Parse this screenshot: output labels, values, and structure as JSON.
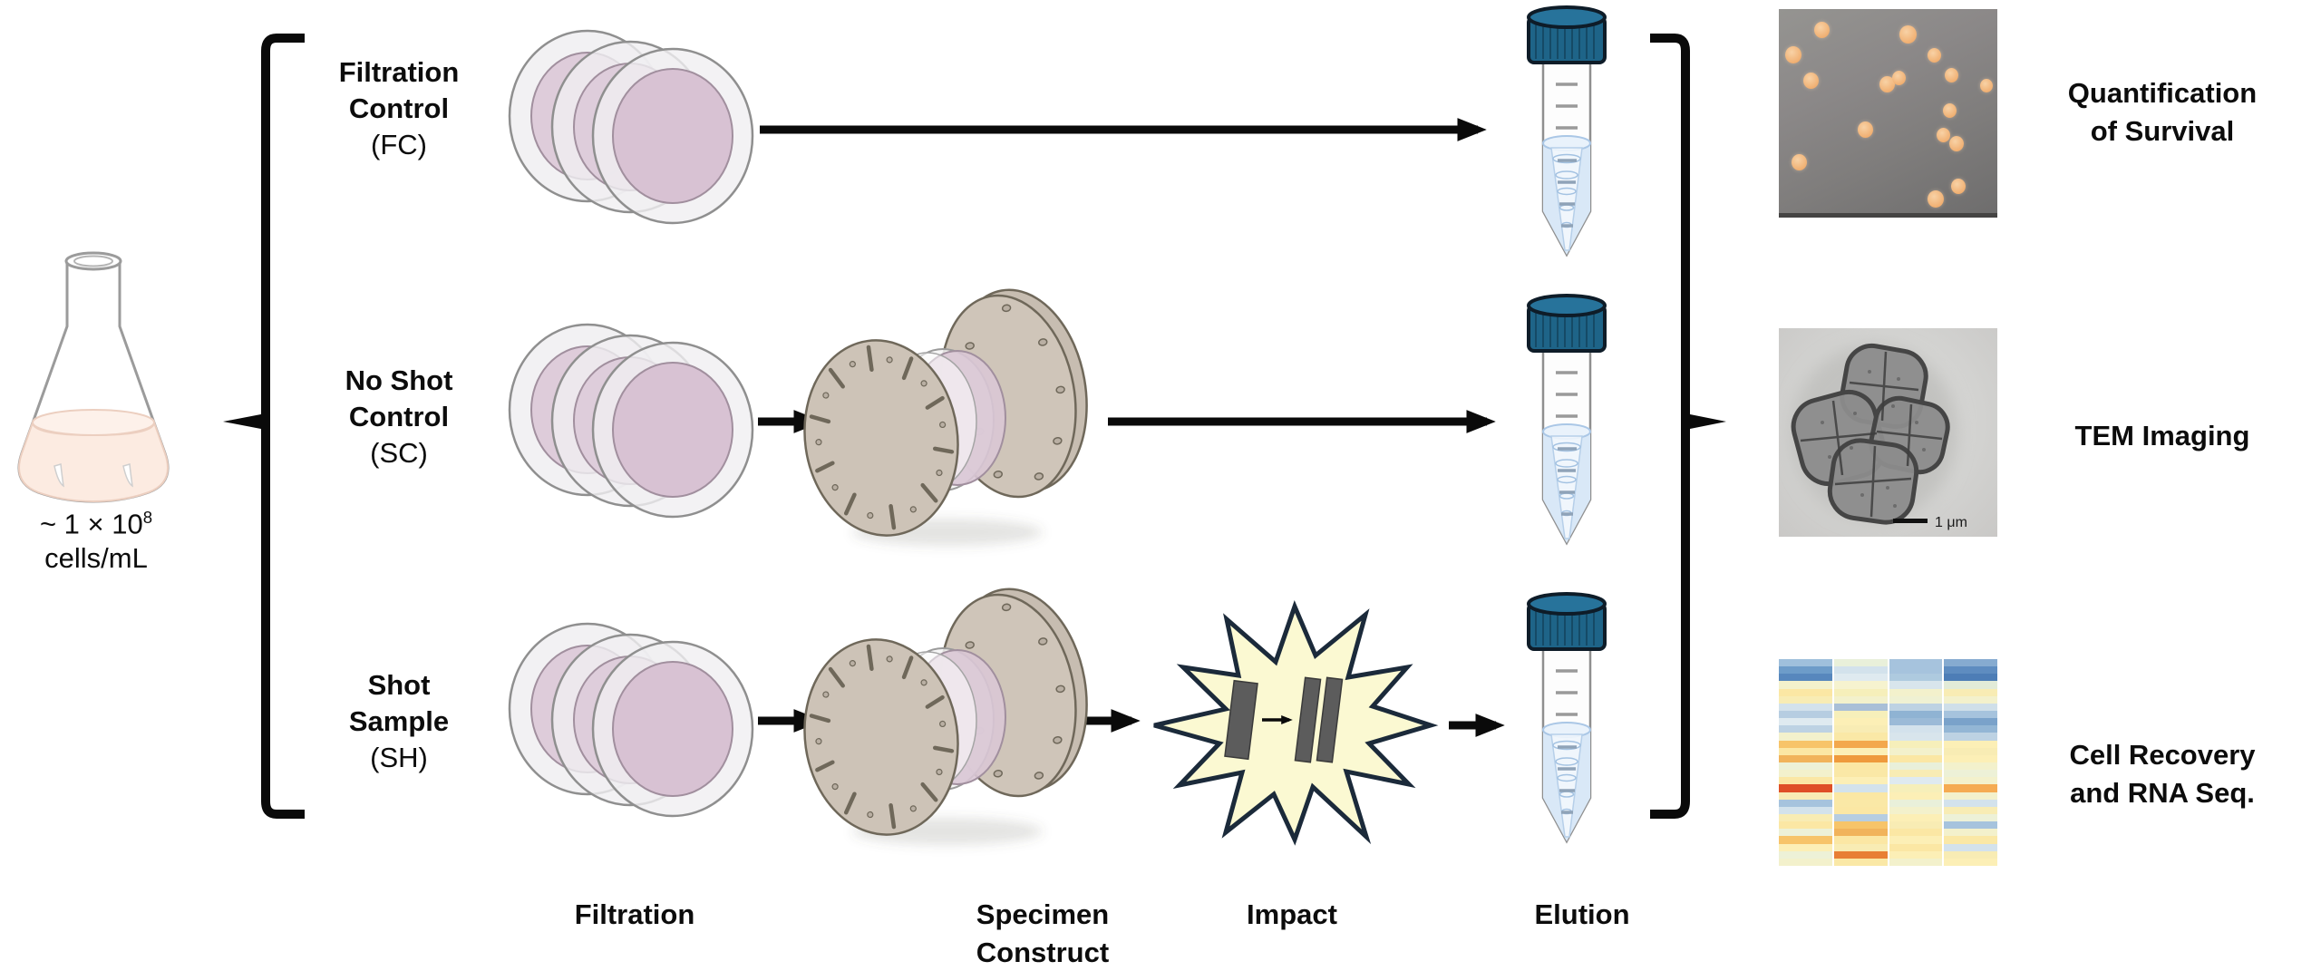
{
  "diagram": {
    "source_flask": {
      "concentration_prefix": "~ 1 × 10",
      "concentration_exponent": "8",
      "concentration_unit": "cells/mL"
    },
    "sample_rows": [
      {
        "name": "filtration-control",
        "label_line1": "Filtration",
        "label_line2": "Control",
        "label_line3": "(FC)"
      },
      {
        "name": "no-shot-control",
        "label_line1": "No Shot",
        "label_line2": "Control",
        "label_line3": "(SC)"
      },
      {
        "name": "shot-sample",
        "label_line1": "Shot",
        "label_line2": "Sample",
        "label_line3": "(SH)"
      }
    ],
    "stage_labels": {
      "filtration": "Filtration",
      "specimen_construct_line1": "Specimen",
      "specimen_construct_line2": "Construct",
      "impact": "Impact",
      "elution": "Elution"
    },
    "output_labels": {
      "quantification_line1": "Quantification",
      "quantification_line2": "of Survival",
      "tem": "TEM Imaging",
      "rna_line1": "Cell Recovery",
      "rna_line2": "and RNA Seq."
    },
    "tem_scale_bar": "1 μm",
    "colors": {
      "filter_disc_ring": "#f0eff1",
      "filter_disc_membrane": "#dbc8d7",
      "construct_plate": "#cdc3b7",
      "impact_star_fill": "#fbf9d2",
      "impact_star_outline": "#1b2a3a",
      "tube_cap": "#1e6488",
      "tube_liquid": "#d9e8f7",
      "flask_liquid": "#fcebe1",
      "colony": "#f2bb88",
      "line_black": "#0a0a0a"
    },
    "colonies": [
      [
        16,
        6,
        17
      ],
      [
        55,
        8,
        19
      ],
      [
        3,
        18,
        18
      ],
      [
        68,
        19,
        15
      ],
      [
        11,
        31,
        17
      ],
      [
        46,
        33,
        17
      ],
      [
        52,
        30,
        15
      ],
      [
        76,
        29,
        15
      ],
      [
        92,
        34,
        14
      ],
      [
        75,
        46,
        15
      ],
      [
        36,
        55,
        17
      ],
      [
        72,
        58,
        15
      ],
      [
        78,
        62,
        16
      ],
      [
        6,
        71,
        17
      ],
      [
        79,
        83,
        16
      ],
      [
        68,
        89,
        18
      ]
    ],
    "heatmap_rows": [
      [
        "#9fc0dc",
        "#e9f0da",
        "#a6c3dd",
        "#86abd0"
      ],
      [
        "#6d9cc9",
        "#d3e2ec",
        "#a6c3dd",
        "#5e8cc0"
      ],
      [
        "#5787bd",
        "#dfeaf0",
        "#aecadf",
        "#4d7db6"
      ],
      [
        "#f3f1cc",
        "#f6f3cf",
        "#d8e5ec",
        "#e2ebd8"
      ],
      [
        "#fbe7a4",
        "#f6efba",
        "#f3f1cc",
        "#f8ecb4"
      ],
      [
        "#f8ecb4",
        "#f3f1cc",
        "#eff1d3",
        "#f3f1cc"
      ],
      [
        "#d3e2ec",
        "#a9bfd7",
        "#bdd2e3",
        "#cfdfe9"
      ],
      [
        "#b6cde1",
        "#f6efba",
        "#8fb3d3",
        "#a6c3dd"
      ],
      [
        "#dfeaf0",
        "#fcefb6",
        "#9bbad7",
        "#7aa2ca"
      ],
      [
        "#bdd2e3",
        "#f8ecb4",
        "#d3e2ec",
        "#93b6d5"
      ],
      [
        "#f3f1cc",
        "#fae8a6",
        "#d8e5ec",
        "#bdd2e3"
      ],
      [
        "#f7c469",
        "#f3a84d",
        "#f6efba",
        "#fcefb6"
      ],
      [
        "#fbe7a4",
        "#fcefb6",
        "#f3f1cc",
        "#f8ecb4"
      ],
      [
        "#f1b35b",
        "#ef9a3c",
        "#fbe7a4",
        "#fcefb6"
      ],
      [
        "#edf1d7",
        "#fbe7a4",
        "#e9f0da",
        "#f3f1cc"
      ],
      [
        "#f3f1cc",
        "#fae8a6",
        "#f8ecb4",
        "#edf1d7"
      ],
      [
        "#fbe7a4",
        "#fcefb6",
        "#dfeaf0",
        "#f3f1cc"
      ],
      [
        "#df4f26",
        "#d3e2ec",
        "#f6efba",
        "#f5ab52"
      ],
      [
        "#f8ecb4",
        "#fbe7a4",
        "#fcefb6",
        "#f3f1cc"
      ],
      [
        "#a6c3dd",
        "#fae8a6",
        "#e9f0da",
        "#d3e2ec"
      ],
      [
        "#d3e2ec",
        "#fbe7a4",
        "#f3f1cc",
        "#f8ecb4"
      ],
      [
        "#f8ecb4",
        "#b6cde1",
        "#fcefb6",
        "#edf1d7"
      ],
      [
        "#fbe7a4",
        "#f7c469",
        "#f8ecb4",
        "#a6c3dd"
      ],
      [
        "#edf1d7",
        "#f1b35b",
        "#fbe7a4",
        "#f3f1cc"
      ],
      [
        "#f7c469",
        "#fbe7a4",
        "#fcefb6",
        "#fae8a6"
      ],
      [
        "#fcefb6",
        "#f8ecb4",
        "#fbe7a4",
        "#d3e2ec"
      ],
      [
        "#edf1d7",
        "#e87f35",
        "#fcefb6",
        "#f8ecb4"
      ],
      [
        "#f3f1cc",
        "#fae8a6",
        "#f3f1cc",
        "#fcefb6"
      ]
    ]
  }
}
